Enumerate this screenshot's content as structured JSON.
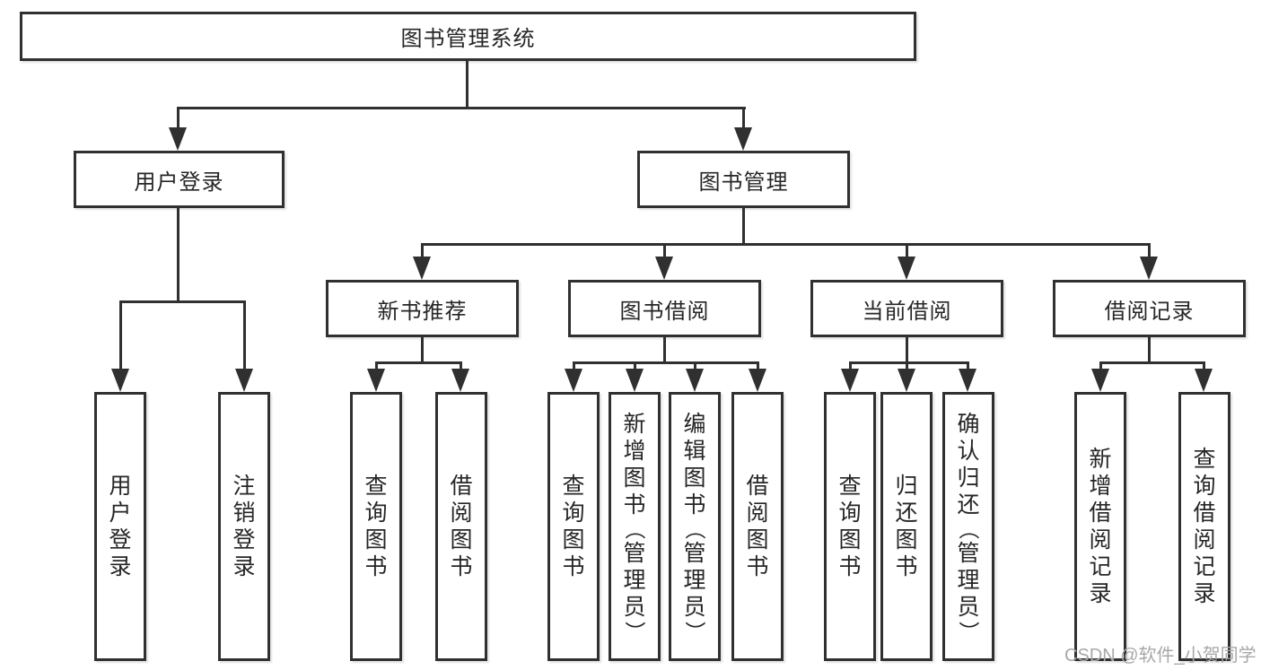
{
  "diagram": {
    "root": {
      "label": "图书管理系统"
    },
    "level2": [
      {
        "label": "用户登录"
      },
      {
        "label": "图书管理"
      }
    ],
    "level3": [
      {
        "label": "新书推荐"
      },
      {
        "label": "图书借阅"
      },
      {
        "label": "当前借阅"
      },
      {
        "label": "借阅记录"
      }
    ],
    "leaves": [
      {
        "label": "用户登录"
      },
      {
        "label": "注销登录"
      },
      {
        "label": "查询图书"
      },
      {
        "label": "借阅图书"
      },
      {
        "label": "查询图书"
      },
      {
        "label": "新增图书（管理员）"
      },
      {
        "label": "编辑图书（管理员）"
      },
      {
        "label": "借阅图书"
      },
      {
        "label": "查询图书"
      },
      {
        "label": "归还图书"
      },
      {
        "label": "确认归还（管理员）"
      },
      {
        "label": "新增借阅记录"
      },
      {
        "label": "查询借阅记录"
      }
    ]
  },
  "watermark": {
    "text": "CSDN @软件_小贺同学"
  },
  "colors": {
    "line": "#303030",
    "text": "#262626",
    "watermark": "#a8a8a8",
    "background": "#ffffff"
  }
}
